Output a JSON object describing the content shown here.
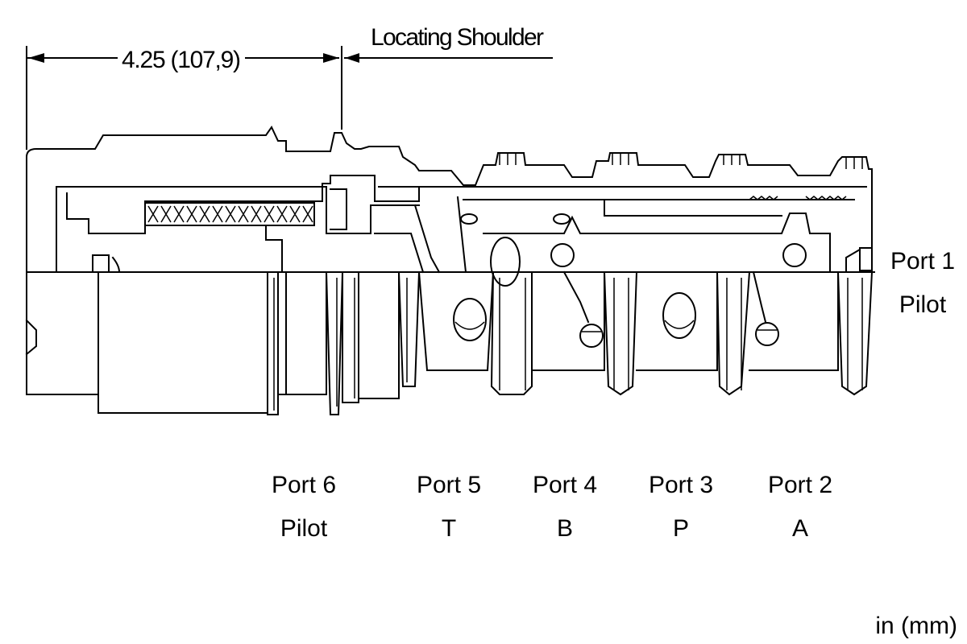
{
  "dimension": {
    "length_label": "4.25 (107,9)",
    "shoulder_label": "Locating Shoulder"
  },
  "units_label": "in (mm)",
  "ports": [
    {
      "name": "Port 1",
      "function": "Pilot"
    },
    {
      "name": "Port 6",
      "function": "Pilot"
    },
    {
      "name": "Port 5",
      "function": "T"
    },
    {
      "name": "Port 4",
      "function": "B"
    },
    {
      "name": "Port 3",
      "function": "P"
    },
    {
      "name": "Port 2",
      "function": "A"
    }
  ],
  "colors": {
    "ink": "#000000",
    "background": "#ffffff"
  }
}
